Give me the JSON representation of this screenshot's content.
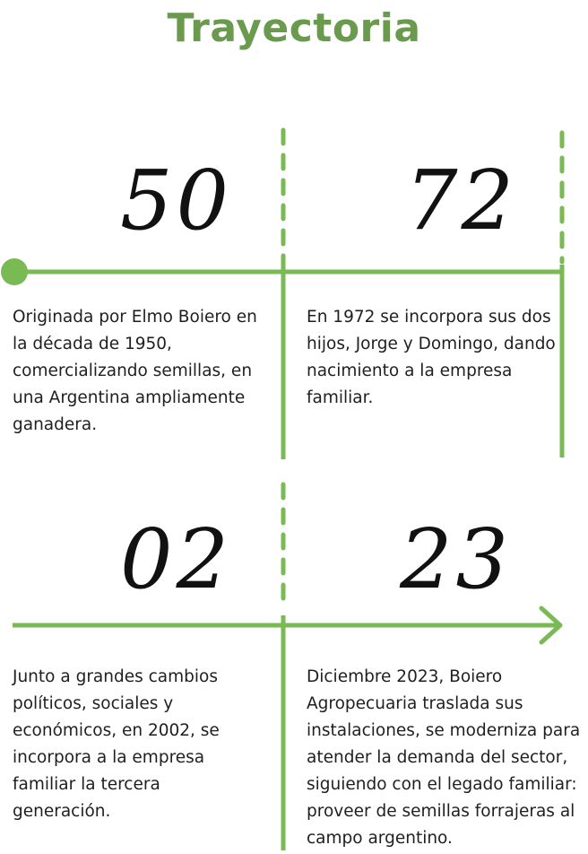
{
  "title": "Trayectoria",
  "colors": {
    "accent": "#6fb64e",
    "title": "#6a9a4e",
    "text": "#1f1f1f"
  },
  "milestones": [
    {
      "year": "50",
      "text": "Originada por Elmo Boiero en la década de 1950, comercializando semillas, en una Argentina ampliamente ganadera."
    },
    {
      "year": "72",
      "text": "En 1972 se incorpora sus dos hijos, Jorge y Domingo, dando nacimiento a la empresa familiar."
    },
    {
      "year": "02",
      "text": "Junto a grandes cambios políticos, sociales y económicos, en 2002, se incorpora a la empresa familiar la tercera generación."
    },
    {
      "year": "23",
      "text": "Diciembre 2023, Boiero Agropecuaria traslada sus instalaciones, se moderniza para atender la demanda del sector, siguiendo con el legado familiar: proveer de semillas forrajeras al campo argentino."
    }
  ]
}
